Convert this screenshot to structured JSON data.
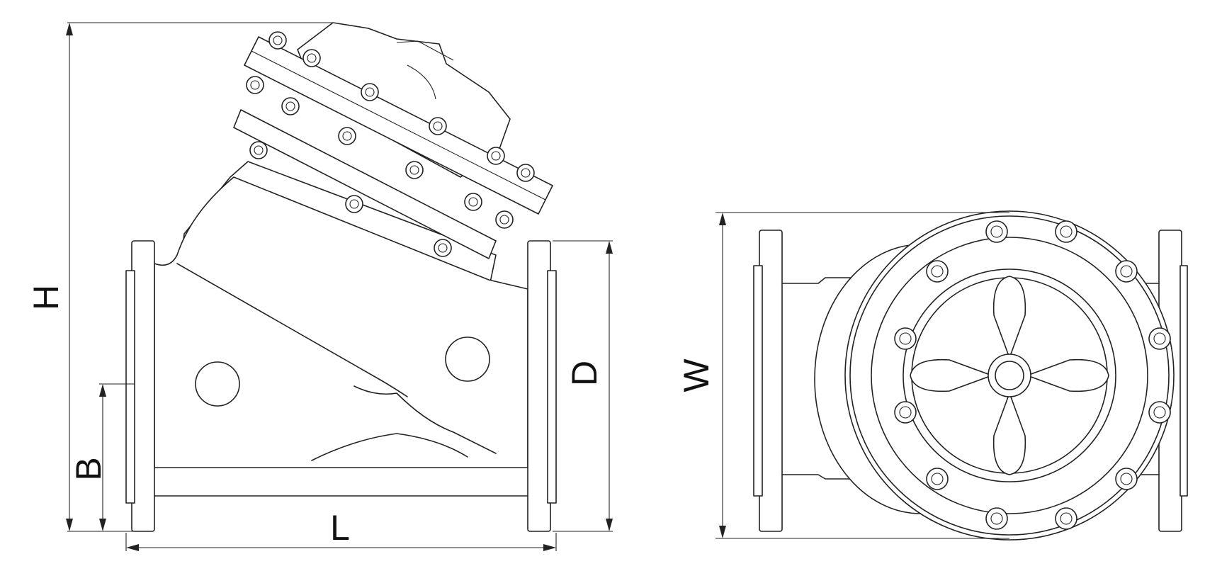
{
  "labels": {
    "H": "H",
    "L": "L",
    "B": "B",
    "D": "D",
    "W": "W"
  },
  "colors": {
    "line": "#222222",
    "background": "#ffffff"
  }
}
